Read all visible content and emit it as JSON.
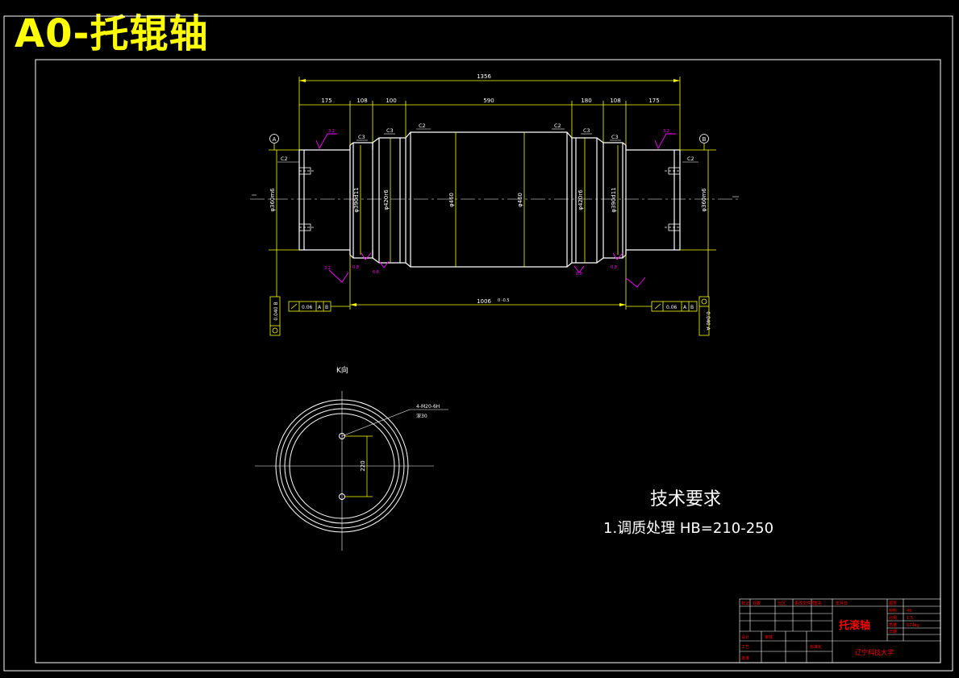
{
  "title": "A0-托辊轴",
  "colors": {
    "background": "#000000",
    "frame": "#ffffff",
    "dimension": "#ffff00",
    "roughness": "#ff00ff",
    "titleblock": "#ff0000"
  },
  "dims": {
    "overall": "1356",
    "segments": [
      "175",
      "108",
      "100",
      "590",
      "180",
      "108",
      "175"
    ],
    "bearing_span": "1006",
    "bearing_span_tol": "0\n-0.5",
    "diameters": [
      "φ360m6",
      "φ390d11",
      "φ420r6",
      "φ460",
      "φ460",
      "φ420r6",
      "φ390d11",
      "φ360m6"
    ],
    "chamfers": [
      "C2",
      "C3",
      "C3",
      "C2",
      "C2",
      "C3",
      "C3",
      "C2"
    ],
    "datums": [
      "A",
      "B"
    ],
    "roughness": [
      "3.2",
      "0.8",
      "0.8",
      "3.2",
      "0.8",
      "0.8",
      "3.2"
    ],
    "tolerance_left": [
      "0.06",
      "A",
      "B"
    ],
    "tolerance_right": [
      "0.06",
      "A",
      "B"
    ],
    "coax_left": "0.040 B",
    "coax_right": "0.040 A"
  },
  "end_view": {
    "label": "K向",
    "callout": "4-M20-6H",
    "callout_sub": "深30",
    "dim": "220"
  },
  "tech_req": {
    "heading": "技术要求",
    "item1": "1.调质处理 HB=210-250"
  },
  "titleblock": {
    "part_name": "托滚轴",
    "school": "辽宁科技大学",
    "headers": [
      "标记",
      "处数",
      "分区",
      "更改文件号",
      "签名",
      "年月日"
    ],
    "rows": [
      "设计",
      "审核",
      "工艺",
      "标准化",
      "批准"
    ],
    "fields": [
      "图号",
      "材料",
      "比例",
      "质量",
      "日期"
    ],
    "values": [
      "45",
      "1:5",
      "674kg"
    ]
  }
}
